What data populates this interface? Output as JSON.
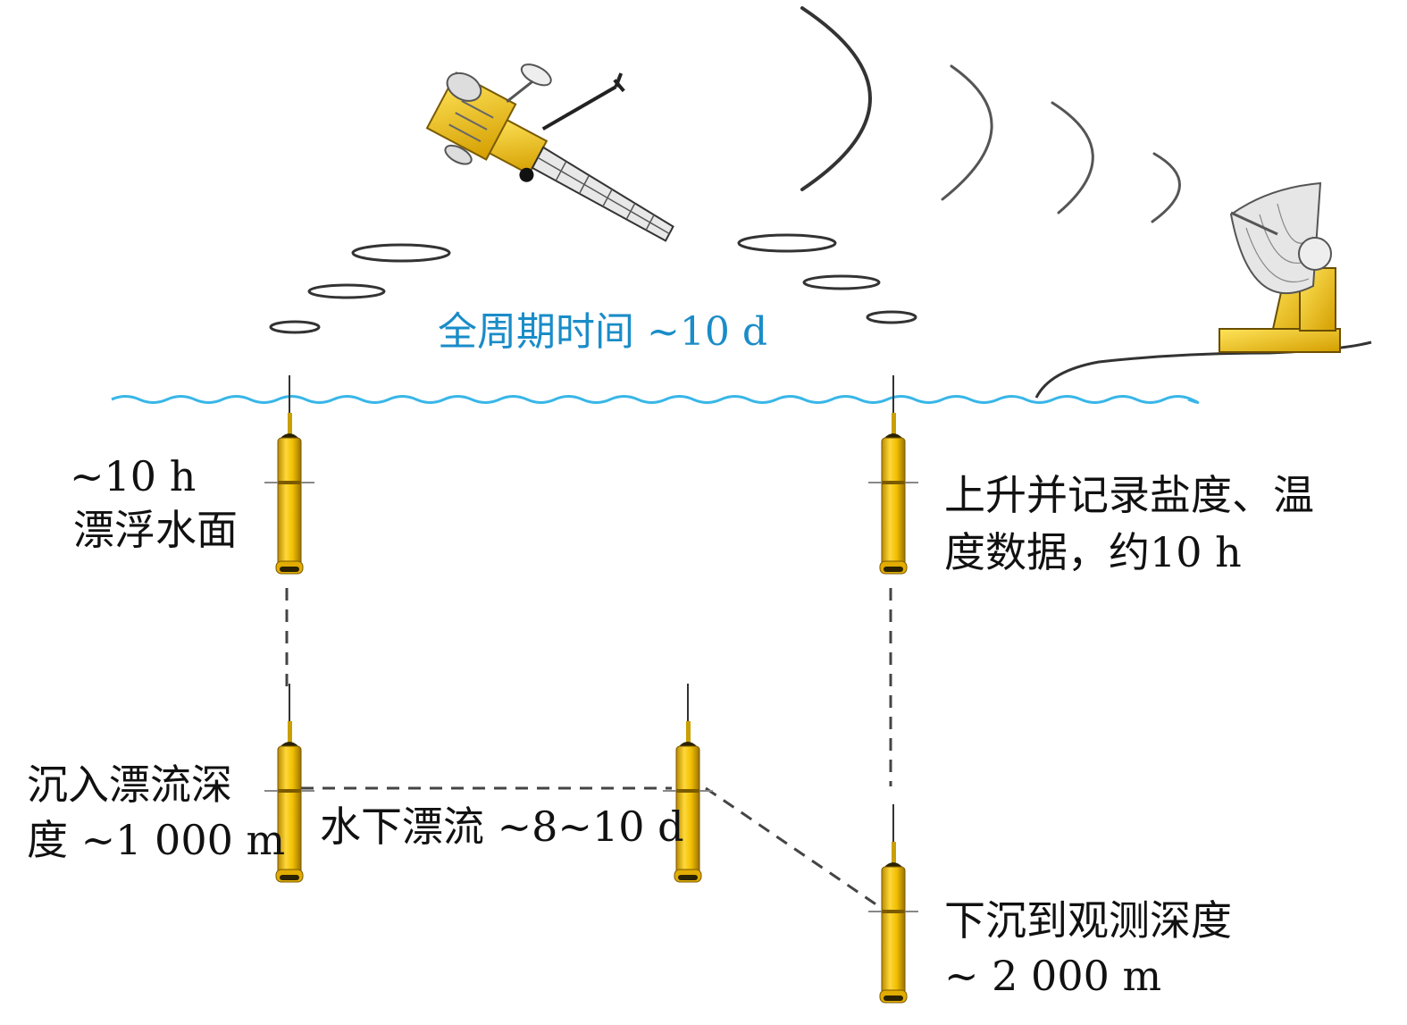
{
  "labels": {
    "cycle_time": "全周期时间 ~10 d",
    "surface_time": "~10 h",
    "surface_text": "漂浮水面",
    "ascend_line1": "上升并记录盐度、温",
    "ascend_line2": "度数据，约10 h",
    "descend_park_line1": "沉入漂流深",
    "descend_park_line2": "度 ~1 000 m",
    "drift": "水下漂流 ~8~10 d",
    "descend_profile_line1": "下沉到观测深度",
    "descend_profile_line2": "~ 2 000 m"
  },
  "icons": [
    "satellite-icon",
    "ground-station-icon",
    "float-icon",
    "radio-wave-icon",
    "signal-ring-icon",
    "sea-surface"
  ],
  "colors": {
    "water": "#38b6e8",
    "cycle_text": "#1a8cc8",
    "float_body": "#e8b400",
    "float_dark": "#2a2200",
    "satellite_body": "#f2c200",
    "dashed_line": "#444444"
  }
}
